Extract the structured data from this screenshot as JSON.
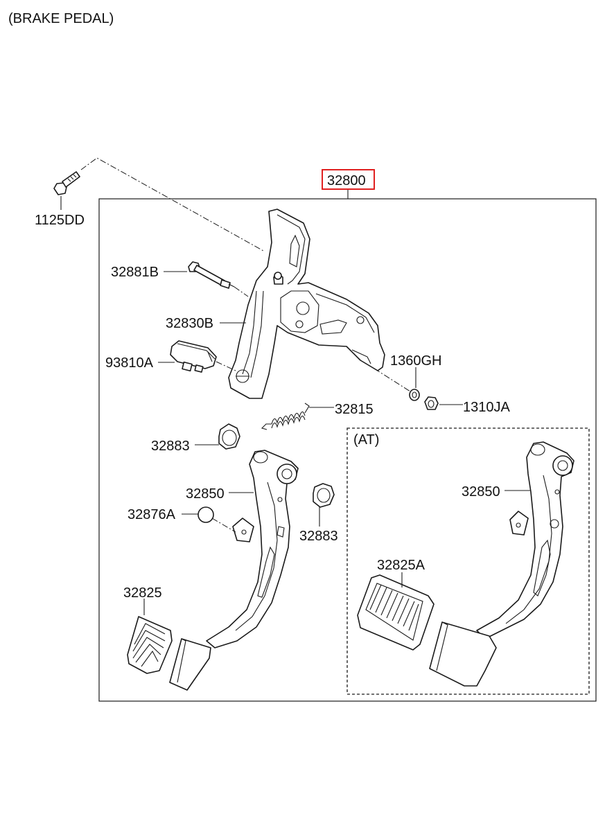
{
  "title": "(BRAKE PEDAL)",
  "assembly": {
    "number": "32800",
    "highlight_color": "#e02020"
  },
  "at_section": {
    "label": "(AT)"
  },
  "labels": {
    "bolt_top": "1125DD",
    "pin": "32881B",
    "member": "32830B",
    "switch": "93810A",
    "nut_1": "1360GH",
    "nut_2": "1310JA",
    "spring": "32815",
    "bushing_left": "32883",
    "pedal": "32850",
    "stopper": "32876A",
    "bushing_right": "32883",
    "pad": "32825",
    "pedal_at": "32850",
    "pad_at": "32825A"
  },
  "colors": {
    "line": "#1a1a1a",
    "background": "#ffffff"
  }
}
